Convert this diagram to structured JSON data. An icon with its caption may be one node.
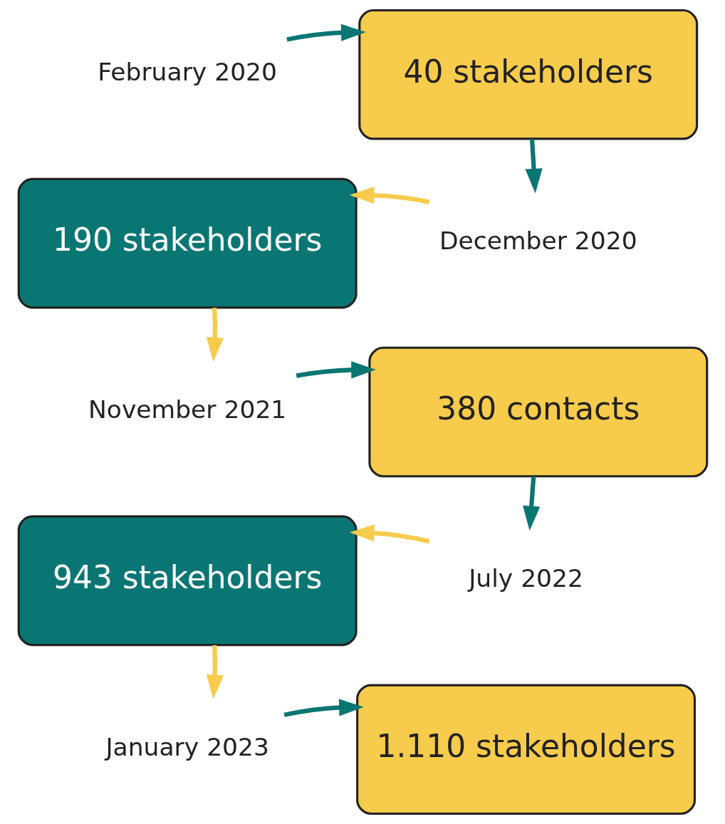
{
  "diagram": {
    "nodes": [
      {
        "text": [
          "February 2020"
        ]
      },
      {
        "text": [
          "40 stakeholders"
        ]
      },
      {
        "text": [
          "190 stakeholders"
        ]
      },
      {
        "text": [
          "December 2020"
        ]
      },
      {
        "text": [
          "November 2021"
        ]
      },
      {
        "text": [
          "380 contacts"
        ]
      },
      {
        "text": [
          "943 stakeholders"
        ]
      },
      {
        "text": [
          "July 2022"
        ]
      },
      {
        "text": [
          "January 2023"
        ]
      },
      {
        "text": [
          "1.110 stakeholders"
        ]
      }
    ],
    "edges": [
      {
        "from": 0,
        "to": 1,
        "arrow": "to",
        "color": "#0a7673"
      },
      {
        "from": 1,
        "to": 3,
        "arrow": "to",
        "color": "#0a7673"
      },
      {
        "from": 3,
        "to": 2,
        "arrow": "to",
        "color": "#f7cb4b"
      },
      {
        "from": 2,
        "to": 4,
        "arrow": "to",
        "color": "#f7cb4b"
      },
      {
        "from": 4,
        "to": 5,
        "arrow": "to",
        "color": "#0a7673"
      },
      {
        "from": 5,
        "to": 7,
        "arrow": "to",
        "color": "#0a7673"
      },
      {
        "from": 7,
        "to": 6,
        "arrow": "to",
        "color": "#f7cb4b"
      },
      {
        "from": 6,
        "to": 8,
        "arrow": "to",
        "color": "#f7cb4b"
      },
      {
        "from": 8,
        "to": 9,
        "arrow": "to",
        "color": "#0a7673"
      }
    ]
  }
}
